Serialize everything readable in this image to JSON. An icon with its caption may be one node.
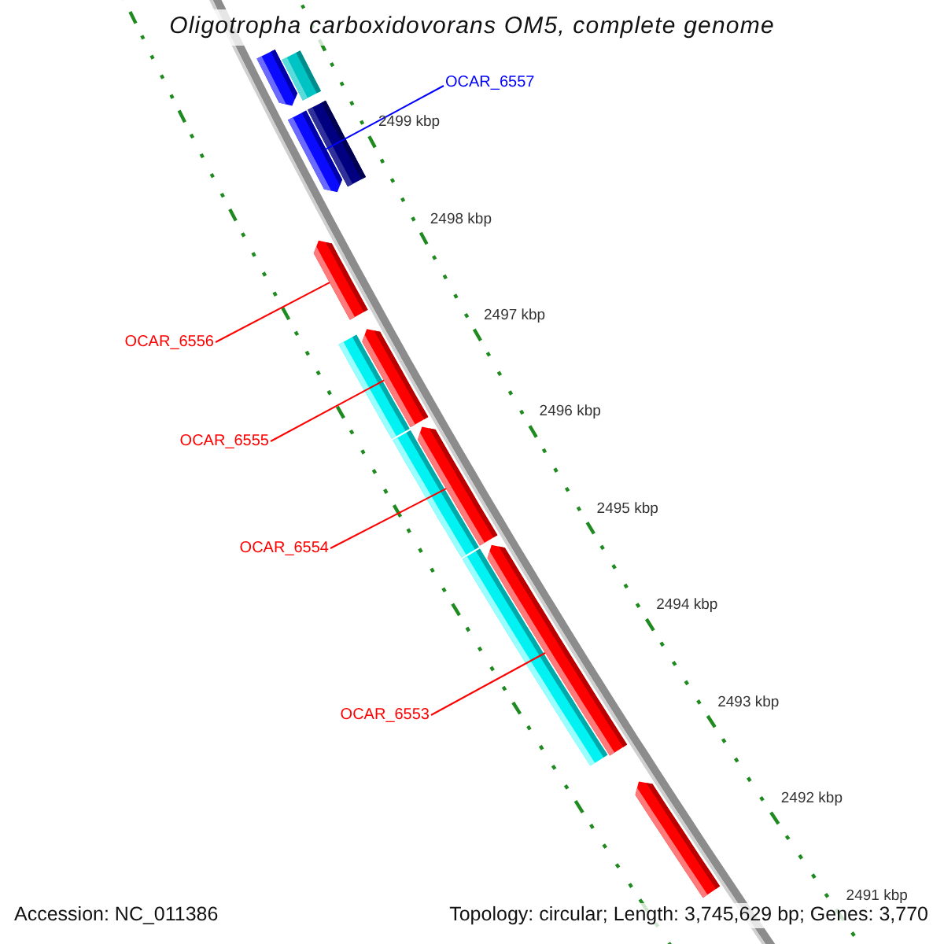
{
  "diagram": {
    "title": "Oligotropha carboxidovorans OM5, complete genome",
    "nodes": [
      {
        "text": [],
        "shape": "bar"
      },
      {
        "text": [],
        "shape": "bar"
      },
      {
        "text": [],
        "shape": "bar"
      },
      {
        "text": [],
        "shape": "bar"
      },
      {
        "text": [
          "OCAR_6557"
        ]
      },
      {
        "text": [],
        "shape": "bar"
      },
      {
        "text": [
          "OCAR_6556"
        ]
      },
      {
        "text": [],
        "shape": "bar"
      },
      {
        "text": [],
        "shape": "bar"
      },
      {
        "text": [
          "OCAR_6555"
        ]
      },
      {
        "text": [],
        "shape": "bar"
      },
      {
        "text": [],
        "shape": "bar"
      },
      {
        "text": [
          "OCAR_6554"
        ]
      },
      {
        "text": [],
        "shape": "bar"
      },
      {
        "text": [],
        "shape": "bar"
      },
      {
        "text": [
          "OCAR_6553"
        ]
      },
      {
        "text": [],
        "shape": "bar"
      }
    ],
    "edges": [
      {
        "from": 4,
        "to": 2,
        "arrow": "none",
        "color": "#0000ff"
      },
      {
        "from": 6,
        "to": 5,
        "arrow": "none"
      },
      {
        "from": 9,
        "to": 7,
        "arrow": "none"
      },
      {
        "from": 12,
        "to": 10,
        "arrow": "none"
      },
      {
        "from": 15,
        "to": 13,
        "arrow": "none"
      }
    ],
    "labels": [
      "2499 kbp",
      "2498 kbp",
      "2497 kbp",
      "2496 kbp",
      "2495 kbp",
      "2494 kbp",
      "2493 kbp",
      "2492 kbp",
      "2491 kbp",
      "Accession: NC_011386",
      "Topology: circular; Length: 3,745,629 bp; Genes: 3,770"
    ]
  }
}
